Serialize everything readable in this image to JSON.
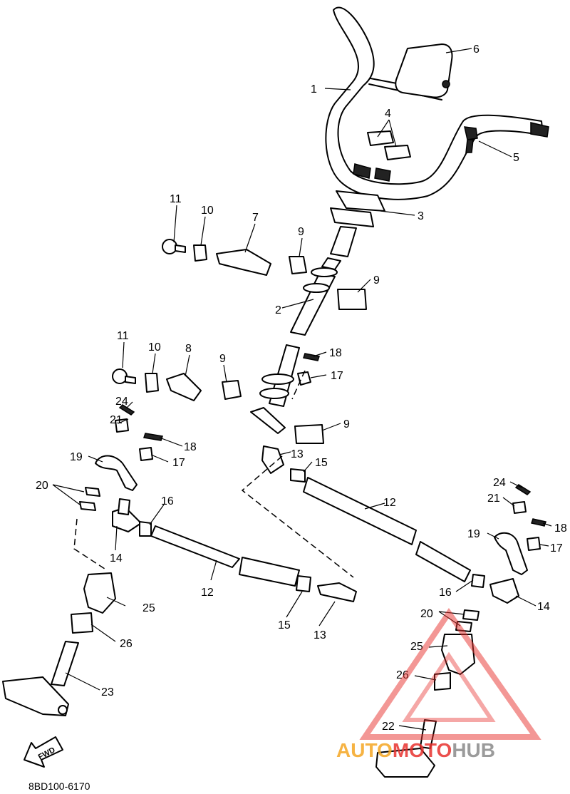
{
  "callouts": {
    "c1": "1",
    "c2": "2",
    "c3": "3",
    "c4": "4",
    "c5": "5",
    "c6": "6",
    "c7": "7",
    "c8": "8",
    "c9a": "9",
    "c9b": "9",
    "c9c": "9",
    "c9d": "9",
    "c10a": "10",
    "c10b": "10",
    "c11a": "11",
    "c11b": "11",
    "c12a": "12",
    "c12b": "12",
    "c13a": "13",
    "c13b": "13",
    "c14a": "14",
    "c14b": "14",
    "c15a": "15",
    "c15b": "15",
    "c16a": "16",
    "c16b": "16",
    "c17a": "17",
    "c17b": "17",
    "c17c": "17",
    "c18a": "18",
    "c18b": "18",
    "c18c": "18",
    "c19a": "19",
    "c19b": "19",
    "c20a": "20",
    "c20b": "20",
    "c21a": "21",
    "c21b": "21",
    "c22": "22",
    "c23": "23",
    "c24a": "24",
    "c24b": "24",
    "c25a": "25",
    "c25b": "25",
    "c26a": "26",
    "c26b": "26"
  },
  "fwd_label": "FWD",
  "diagram_code": "8BD100-6170",
  "watermark": {
    "part1": "AUTO",
    "part2": "MOTO",
    "part3": "HUB",
    "color_orange": "#f5a623",
    "color_red": "#e8322e",
    "color_gray": "#8a8a8a"
  }
}
